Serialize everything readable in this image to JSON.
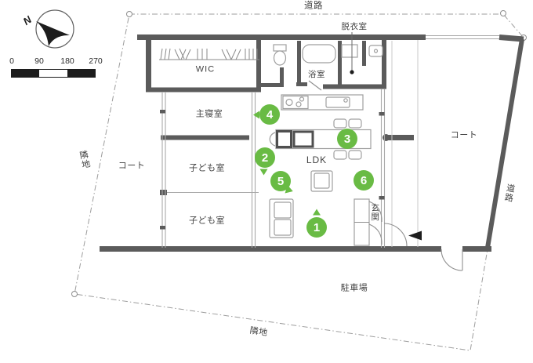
{
  "site": {
    "road_top": "道路",
    "road_right": "道路",
    "adjacent_left": "隣地",
    "adjacent_bottom": "隣地",
    "parking": "駐車場"
  },
  "rooms": {
    "wic": "WIC",
    "master_bedroom": "主寝室",
    "kids_room_1": "子ども室",
    "kids_room_2": "子ども室",
    "ldk": "LDK",
    "bathroom": "浴室",
    "dressing_room": "脱衣室",
    "entrance": "玄関",
    "court_west": "コート",
    "court_east": "コート"
  },
  "compass": {
    "north_label": "N"
  },
  "scale_bar": {
    "ticks": [
      "0",
      "90",
      "180",
      "270"
    ]
  },
  "markers": [
    {
      "label": "1"
    },
    {
      "label": "2"
    },
    {
      "label": "3"
    },
    {
      "label": "4"
    },
    {
      "label": "5"
    },
    {
      "label": "6"
    }
  ],
  "colors": {
    "marker_green": "#69bb44",
    "wall_gray": "#5b5b5b"
  }
}
